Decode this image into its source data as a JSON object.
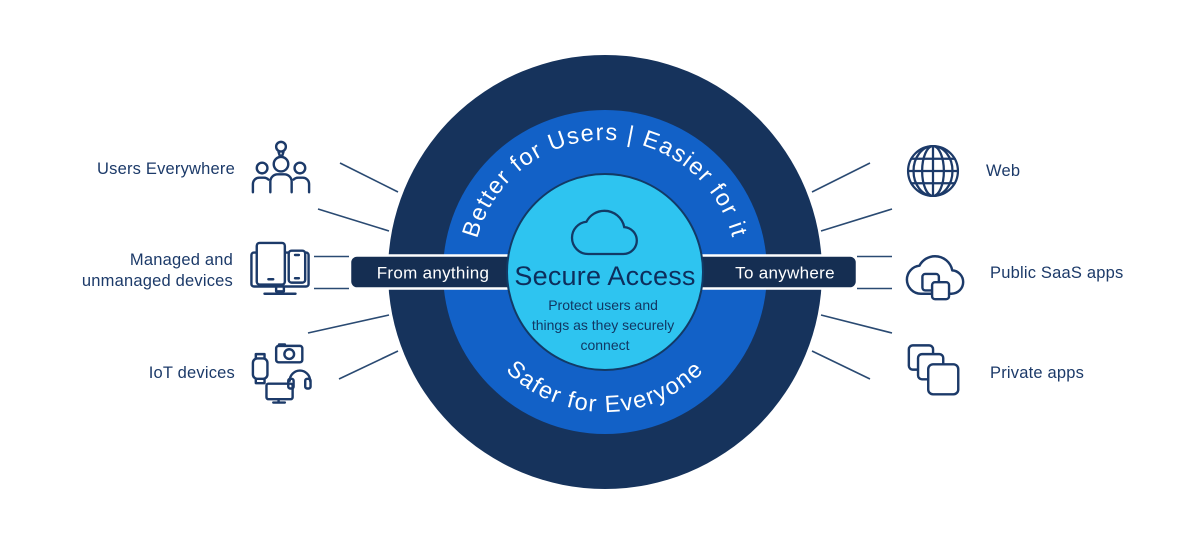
{
  "diagram_title": "Secure Access",
  "colors": {
    "navy": "#16335c",
    "band": "#152e52",
    "blue": "#1261c7",
    "cyan": "#2ec4f0",
    "ink": "#1c3a69",
    "ink-dark": "#0d2e5c",
    "line": "#2a4a72"
  },
  "rings": {
    "top_text": "Better for Users | Easier for it",
    "bottom_text": "Safer for Everyone"
  },
  "band": {
    "left_label": "From anything",
    "right_label": "To anywhere"
  },
  "center": {
    "icon": "cloud-icon",
    "title": "Secure Access",
    "subtext": "Protect users and things as they securely connect",
    "subtext_line1": "Protect users and",
    "subtext_line2": "things as they securely",
    "subtext_line3": "connect"
  },
  "left_items": [
    {
      "label": "Users Everywhere",
      "icon": "users-everywhere-icon"
    },
    {
      "label": "Managed and unmanaged devices",
      "icon": "managed-devices-icon"
    },
    {
      "label": "IoT devices",
      "icon": "iot-devices-icon"
    }
  ],
  "right_items": [
    {
      "label": "Web",
      "icon": "web-globe-icon"
    },
    {
      "label": "Public SaaS apps",
      "icon": "public-saas-apps-icon"
    },
    {
      "label": "Private apps",
      "icon": "private-apps-icon"
    }
  ]
}
